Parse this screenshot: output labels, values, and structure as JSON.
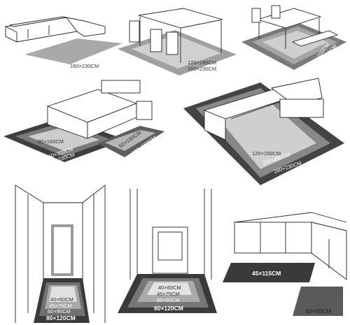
{
  "panels": {
    "sofa": {
      "labels": [
        "160×230CM"
      ]
    },
    "dining_chairs": {
      "labels": [
        "120×160CM",
        "160×230CM"
      ]
    },
    "dining_bench": {
      "labels": [
        "150×200CM",
        "150×200CM",
        "160×230CM"
      ]
    },
    "bedroom": {
      "labels": [
        "80×160CM",
        "160×200CM",
        "160×230CM",
        "50×160CM",
        "100×160CM"
      ]
    },
    "living_room": {
      "labels": [
        "120×160CM",
        "150×200CM",
        "160×230CM"
      ]
    },
    "corridor": {
      "labels": [
        "40×60CM",
        "45×70CM",
        "60×90CM",
        "80×120CM"
      ]
    },
    "entrance": {
      "labels": [
        "40×60CM",
        "45×75CM",
        "60×90CM",
        "80×120CM"
      ]
    },
    "kitchen": {
      "labels": [
        "45×115CM",
        "40×60CM"
      ]
    }
  },
  "colors": {
    "rug_light": "#cfcfcf",
    "rug_mid": "#9a9a9a",
    "rug_dark": "#5e5e5e",
    "rug_darkest": "#3a3a3a",
    "line": "#222222"
  }
}
